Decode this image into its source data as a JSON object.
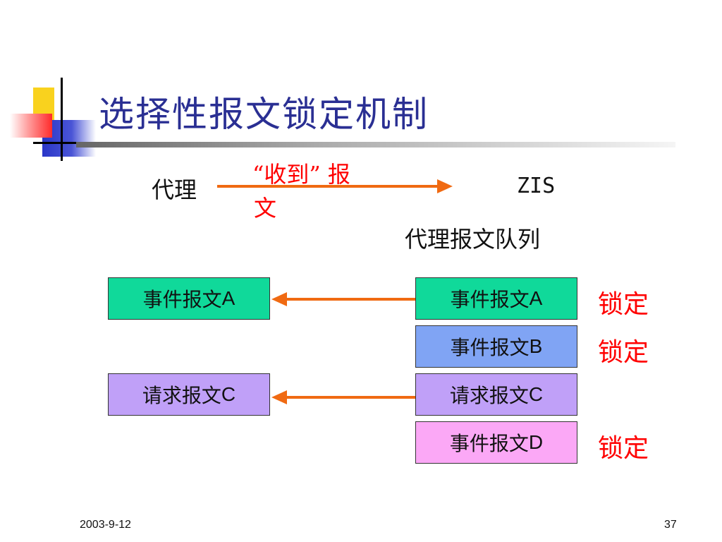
{
  "slide": {
    "title": "选择性报文锁定机制",
    "date": "2003-9-12",
    "page_number": "37"
  },
  "top_flow": {
    "source": "代理",
    "target": "ZIS",
    "arrow_label_line1": "“收到” 报",
    "arrow_label_line2": "文",
    "queue_label": "代理报文队列"
  },
  "queue": [
    {
      "prefix": "事件报文",
      "letter": "A",
      "color": "#10d99a",
      "locked": true
    },
    {
      "prefix": "事件报文",
      "letter": "B",
      "color": "#80a4f4",
      "locked": true
    },
    {
      "prefix": "请求报文",
      "letter": "C",
      "color": "#c0a0f8",
      "locked": false
    },
    {
      "prefix": "事件报文",
      "letter": "D",
      "color": "#fba8f6",
      "locked": true
    }
  ],
  "delivered": [
    {
      "prefix": "事件报文",
      "letter": "A",
      "color": "#10d99a"
    },
    {
      "prefix": "请求报文",
      "letter": "C",
      "color": "#c0a0f8"
    }
  ],
  "lock_label": "锁定",
  "colors": {
    "title": "#2a2f93",
    "arrow": "#f06a12",
    "lock": "#ff0000"
  }
}
